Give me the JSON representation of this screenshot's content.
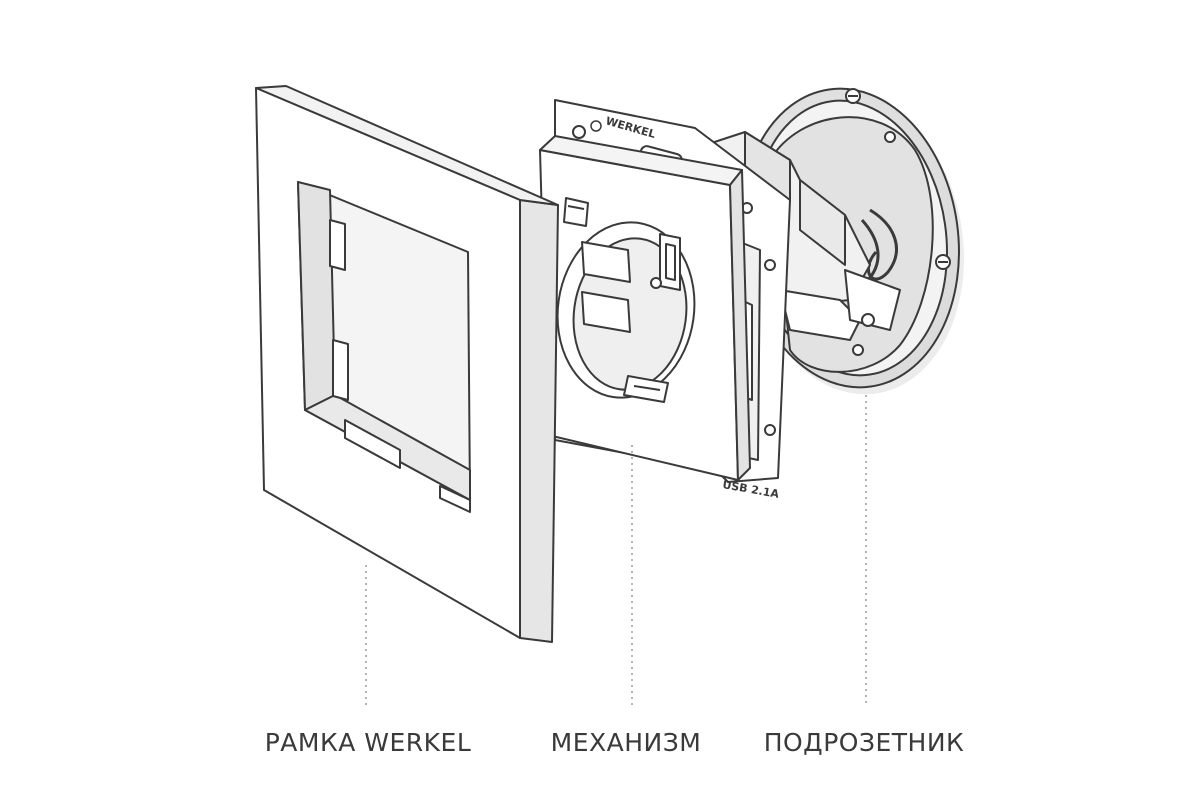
{
  "labels": {
    "frame": "РАМКА WERKEL",
    "mechanism": "МЕХАНИЗМ",
    "box": "ПОДРОЗЕТНИК"
  },
  "mechanism_marks": {
    "brand": "WERKEL",
    "usb_rating": "USB 2.1A"
  },
  "colors": {
    "line": "#3a3a3a",
    "fill": "#ffffff",
    "shade": "#e6e6e6",
    "shadow": "#cfcfcf",
    "text": "#3a3a3a"
  }
}
